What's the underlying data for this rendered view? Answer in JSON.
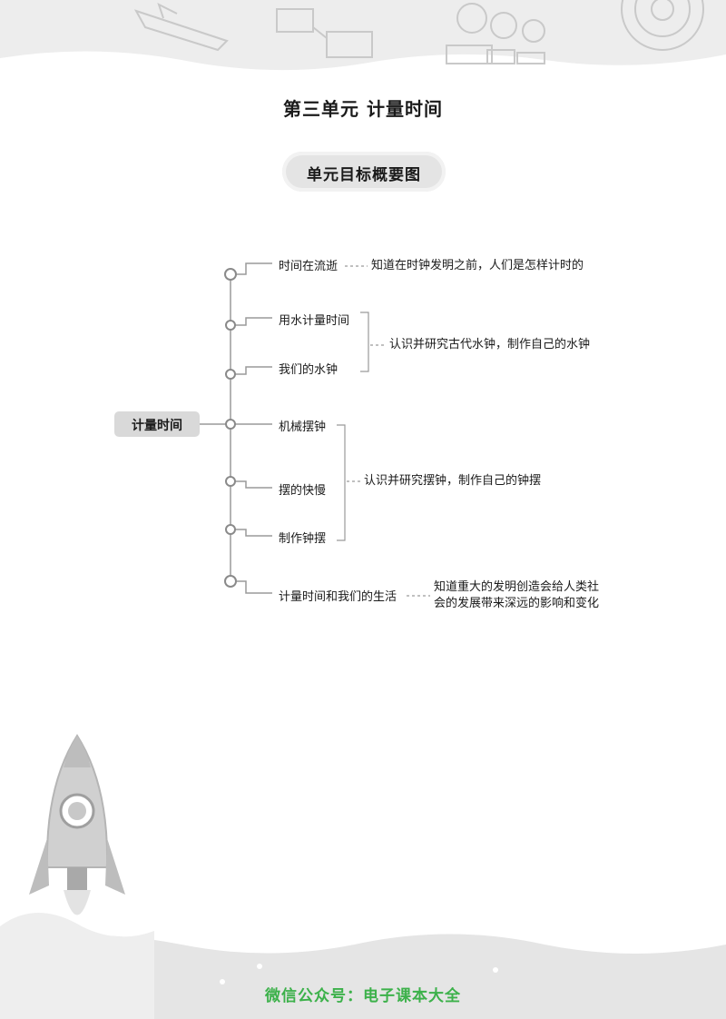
{
  "page": {
    "title": "第三单元  计量时间",
    "banner": "单元目标概要图",
    "footer": "微信公众号：电子课本大全"
  },
  "mindmap": {
    "root": "计量时间",
    "nodes": [
      "时间在流逝",
      "用水计量时间",
      "我们的水钟",
      "机械摆钟",
      "摆的快慢",
      "制作钟摆",
      "计量时间和我们的生活"
    ],
    "goals": [
      "知道在时钟发明之前，人们是怎样计时的",
      "认识并研究古代水钟，制作自己的水钟",
      "认识并研究摆钟，制作自己的钟摆",
      "知道重大的发明创造会给人类社",
      "会的发展带来深远的影响和变化"
    ]
  },
  "colors": {
    "decoration": "#d6d6d6",
    "lines": "#9a9a9a",
    "footer_text": "#3cb14a"
  }
}
